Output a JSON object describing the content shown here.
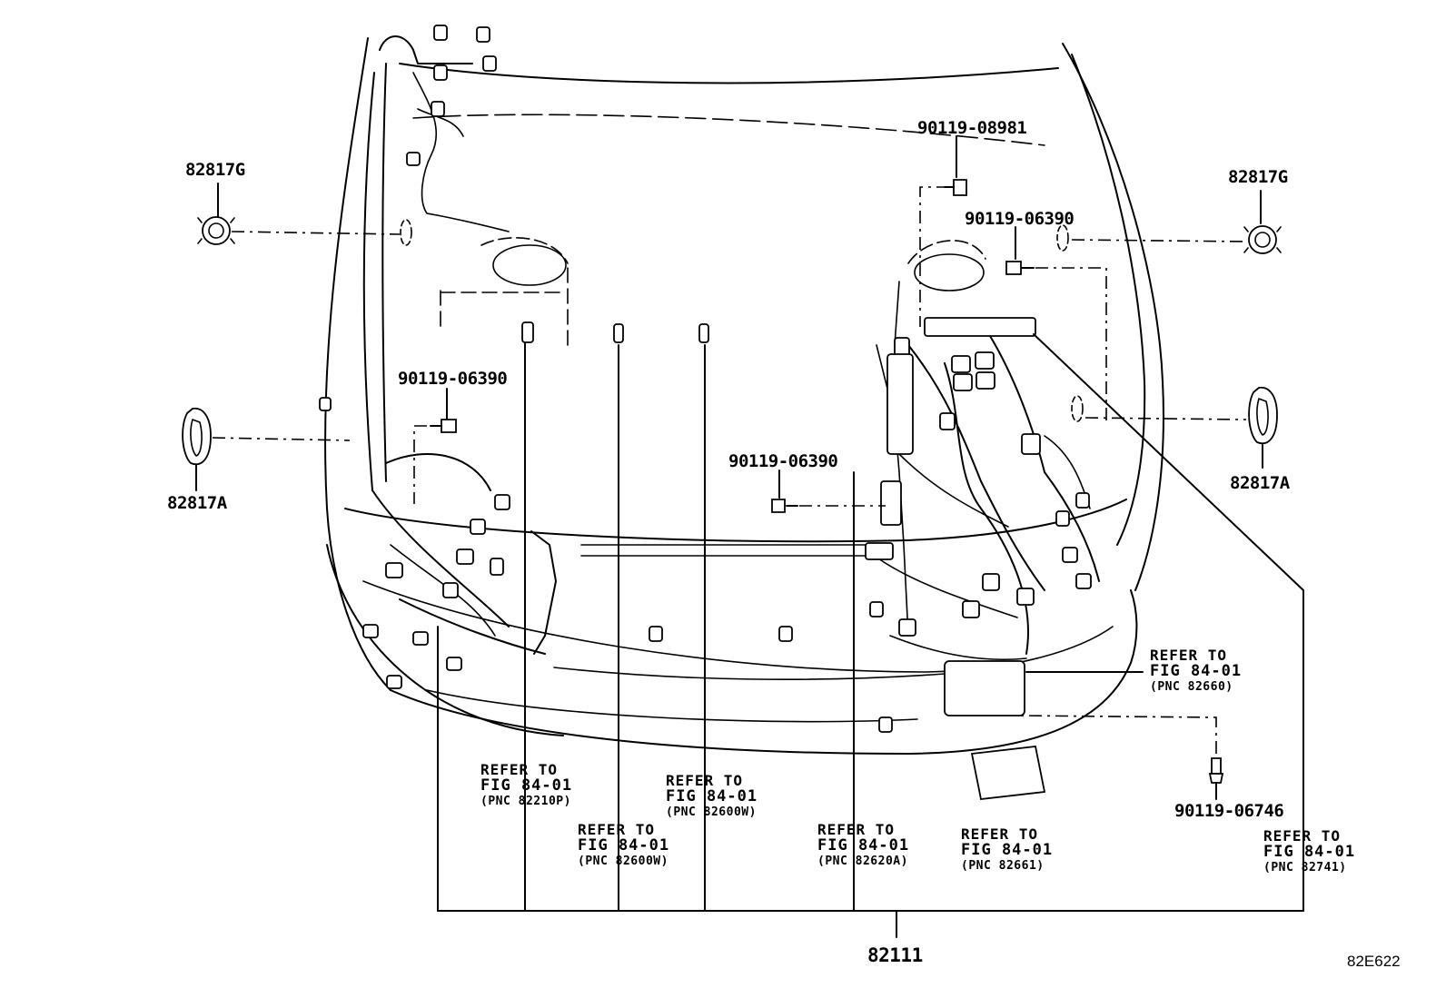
{
  "diagram": {
    "part_labels": {
      "grommet_left_top": "82817G",
      "grommet_right_top": "82817G",
      "clamp_left": "82817A",
      "clamp_right": "82817A",
      "bolt_top_right_1": "90119-08981",
      "bolt_top_right_2": "90119-06390",
      "bolt_left": "90119-06390",
      "bolt_center": "90119-06390",
      "bolt_bottom_right": "90119-06746",
      "main_harness": "82111",
      "figure_code": "82E622"
    },
    "references": [
      {
        "line1": "REFER TO",
        "line2": "FIG 84-01",
        "line3": "(PNC 82210P)"
      },
      {
        "line1": "REFER TO",
        "line2": "FIG 84-01",
        "line3": "(PNC 82600W)"
      },
      {
        "line1": "REFER TO",
        "line2": "FIG 84-01",
        "line3": "(PNC 82600W)"
      },
      {
        "line1": "REFER TO",
        "line2": "FIG 84-01",
        "line3": "(PNC 82620A)"
      },
      {
        "line1": "REFER TO",
        "line2": "FIG 84-01",
        "line3": "(PNC 82661)"
      },
      {
        "line1": "REFER TO",
        "line2": "FIG 84-01",
        "line3": "(PNC 82741)"
      },
      {
        "line1": "REFER TO",
        "line2": "FIG 84-01",
        "line3": "(PNC 82660)"
      }
    ]
  }
}
